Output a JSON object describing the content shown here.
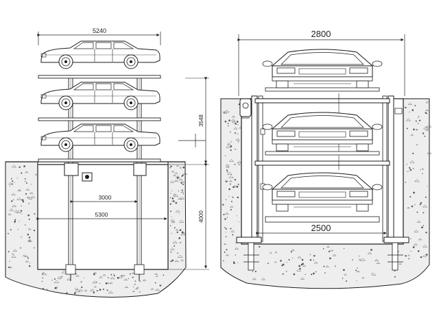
{
  "side_view": {
    "dim_top": "5240",
    "dim_mid": "3000",
    "dim_bottom": "5300",
    "dim_height_upper": "3548",
    "dim_height_lower": "4000"
  },
  "front_view": {
    "dim_top": "2800",
    "dim_bottom": "2500"
  },
  "colors": {
    "line": "#1a1a1a",
    "ground": "#eeeeee",
    "speckle": "#555555"
  }
}
